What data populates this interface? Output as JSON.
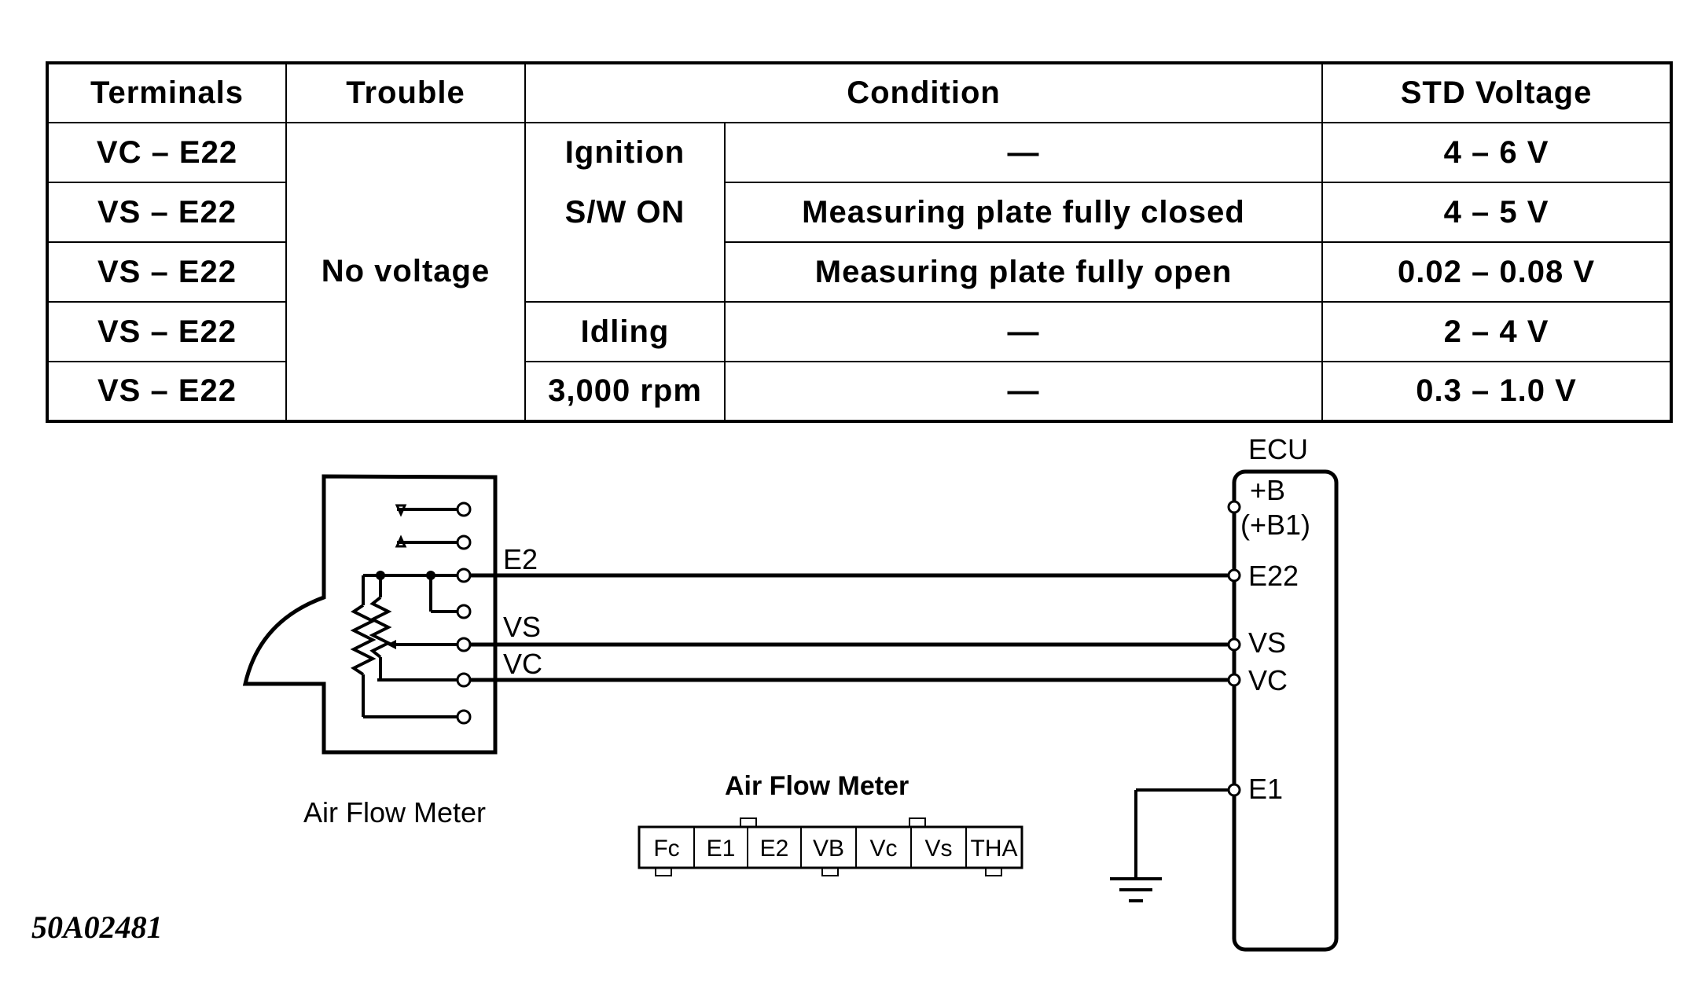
{
  "table": {
    "headers": {
      "terminals": "Terminals",
      "trouble": "Trouble",
      "condition": "Condition",
      "std_voltage": "STD Voltage"
    },
    "trouble_value": "No voltage",
    "ignition_line1": "Ignition",
    "ignition_line2": "S/W ON",
    "rows": [
      {
        "terminals": "VC – E22",
        "condition_detail": "—",
        "voltage": "4 – 6 V"
      },
      {
        "terminals": "VS – E22",
        "condition_detail": "Measuring plate fully closed",
        "voltage": "4 – 5 V"
      },
      {
        "terminals": "VS – E22",
        "condition_detail": "Measuring plate fully open",
        "voltage": "0.02 – 0.08 V"
      },
      {
        "terminals": "VS – E22",
        "condition": "Idling",
        "condition_detail": "—",
        "voltage": "2 – 4 V"
      },
      {
        "terminals": "VS – E22",
        "condition": "3,000 rpm",
        "condition_detail": "—",
        "voltage": "0.3 – 1.0 V"
      }
    ]
  },
  "diagram": {
    "ecu_title": "ECU",
    "ecu_pins": {
      "b": "+B",
      "b1": "(+B1)",
      "e22": "E22",
      "vs": "VS",
      "vc": "VC",
      "e1": "E1"
    },
    "meter_labels": {
      "e2": "E2",
      "vs": "VS",
      "vc": "VC"
    },
    "meter_caption": "Air Flow Meter",
    "connector_title": "Air Flow Meter",
    "connector_pins": [
      "Fc",
      "E1",
      "E2",
      "VB",
      "Vc",
      "Vs",
      "THA"
    ],
    "figure_code": "50A02481"
  }
}
